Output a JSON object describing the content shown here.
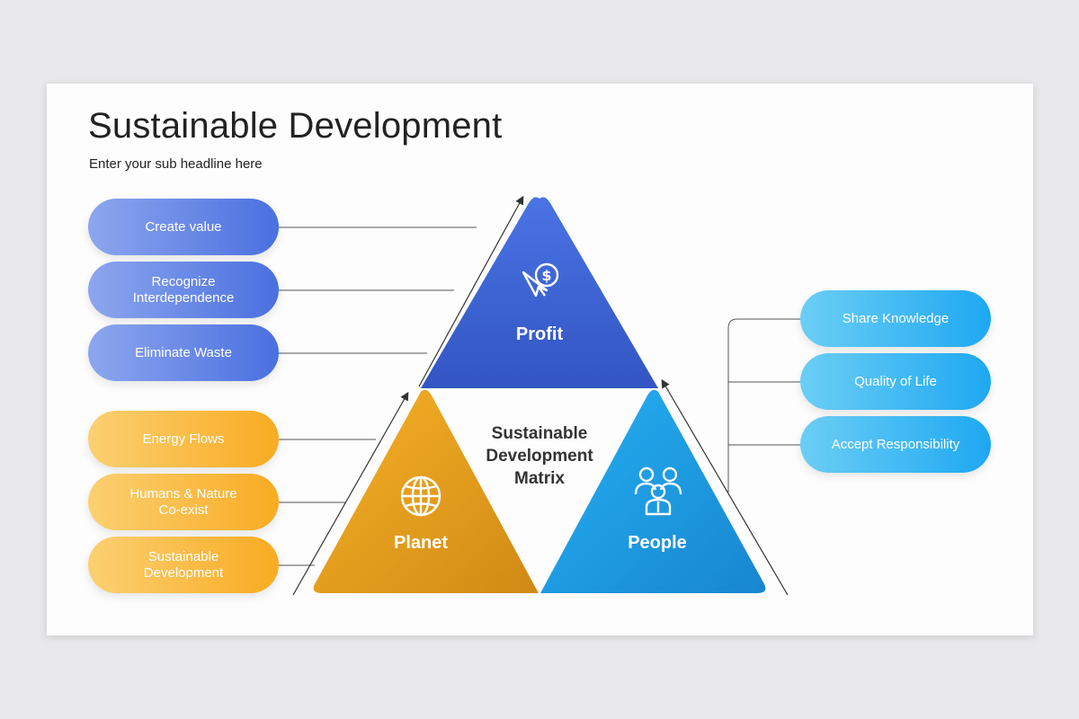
{
  "header": {
    "title": "Sustainable Development",
    "subtitle": "Enter your sub headline here"
  },
  "left_blue_items": [
    "Create value",
    "Recognize\nInterdependence",
    "Eliminate Waste"
  ],
  "left_orange_items": [
    "Energy Flows",
    "Humans & Nature\nCo-exist",
    "Sustainable\nDevelopment"
  ],
  "right_items": [
    "Share Knowledge",
    "Quality of Life",
    "Accept Responsibility"
  ],
  "triangles": {
    "profit": {
      "label": "Profit",
      "icon": "dollar-cursor-icon",
      "color": "#3d62d6"
    },
    "planet": {
      "label": "Planet",
      "icon": "globe-icon",
      "color": "#f0a21a"
    },
    "people": {
      "label": "People",
      "icon": "team-icon",
      "color": "#1d9ee8"
    }
  },
  "center": {
    "label": "Sustainable\nDevelopment\nMatrix"
  }
}
